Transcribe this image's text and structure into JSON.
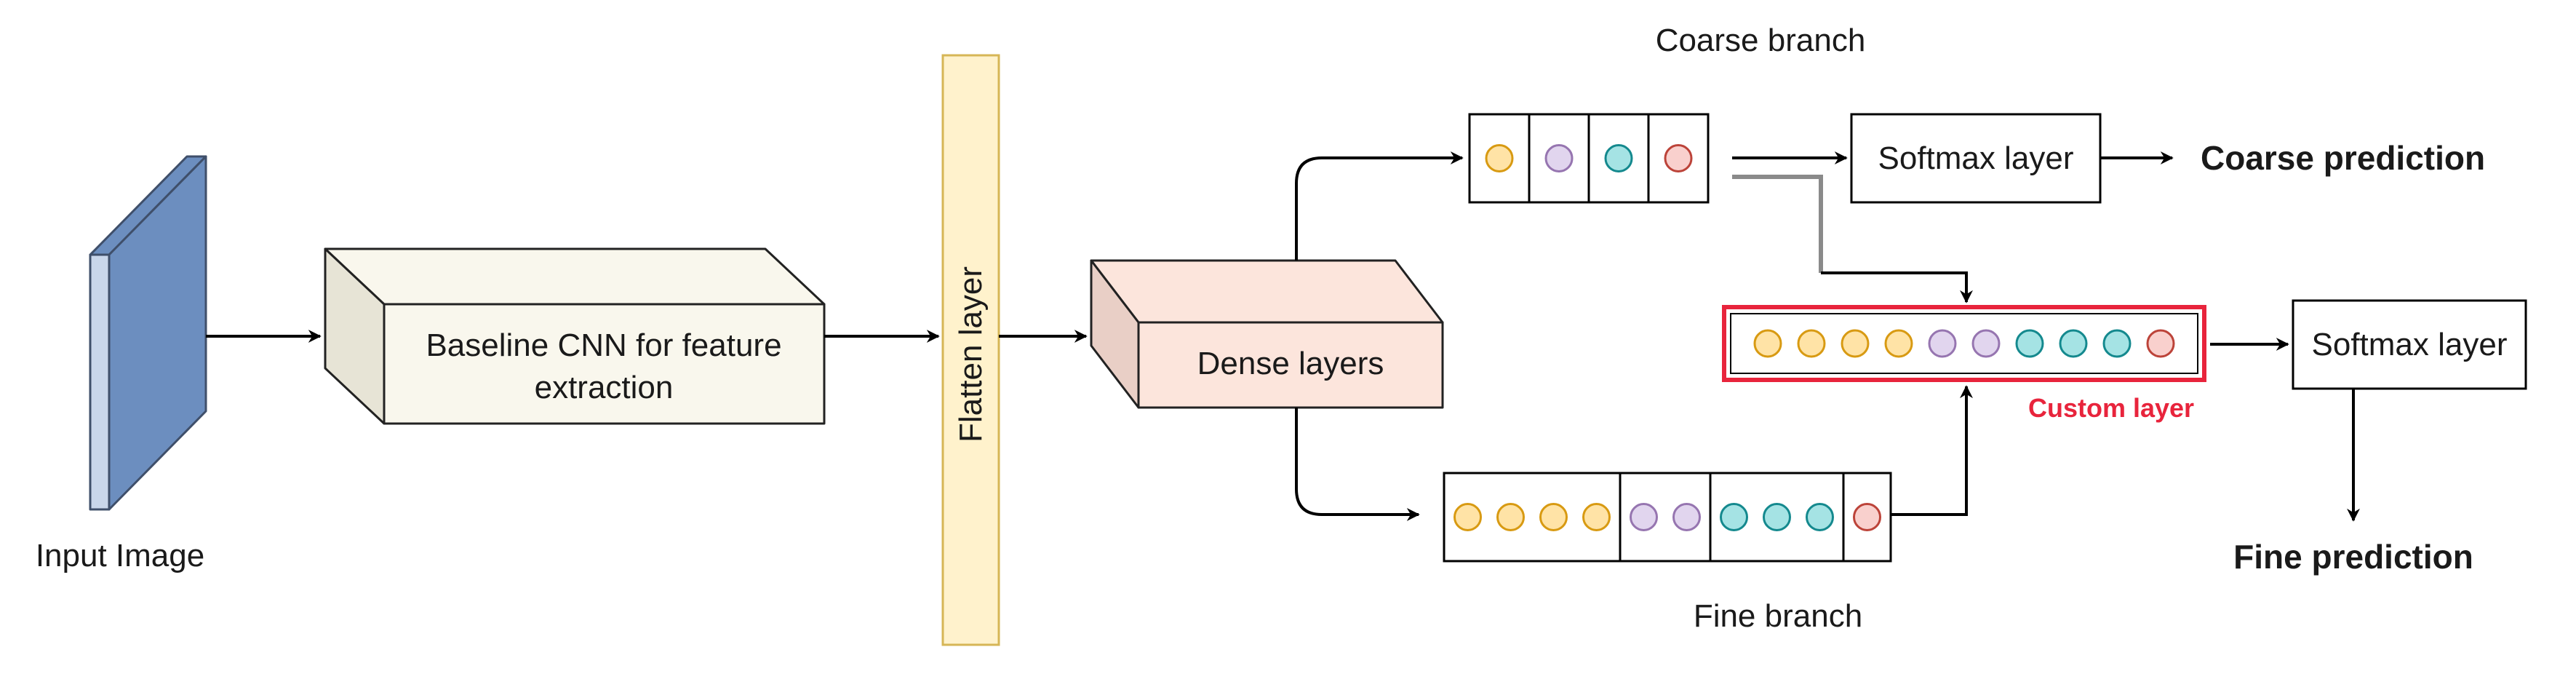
{
  "labels": {
    "input_image": "Input Image",
    "cnn_line1": "Baseline CNN for feature",
    "cnn_line2": "extraction",
    "flatten": "Flatten layer",
    "dense": "Dense layers",
    "coarse_branch": "Coarse branch",
    "fine_branch": "Fine branch",
    "softmax_coarse": "Softmax layer",
    "softmax_fine": "Softmax layer",
    "coarse_prediction": "Coarse prediction",
    "fine_prediction": "Fine prediction",
    "custom_layer": "Custom layer"
  },
  "node_colors": {
    "orange": {
      "fill": "#FFE3A6",
      "stroke": "#D89A12"
    },
    "purple": {
      "fill": "#E1D5EE",
      "stroke": "#9675B0"
    },
    "teal": {
      "fill": "#A5E3E4",
      "stroke": "#14898E"
    },
    "red": {
      "fill": "#F9D0CD",
      "stroke": "#BC4339"
    }
  },
  "coarse_vector": [
    [
      "orange"
    ],
    [
      "purple"
    ],
    [
      "teal"
    ],
    [
      "red"
    ]
  ],
  "fine_vector": [
    [
      "orange",
      "orange",
      "orange",
      "orange"
    ],
    [
      "purple",
      "purple"
    ],
    [
      "teal",
      "teal",
      "teal"
    ],
    [
      "red"
    ]
  ],
  "custom_vector": [
    "orange",
    "orange",
    "orange",
    "orange",
    "purple",
    "purple",
    "teal",
    "teal",
    "teal",
    "red"
  ],
  "block_colors": {
    "input_front": "#C9D6EA",
    "input_edge": "#6C8EBF",
    "cnn_front": "#F9F7ED",
    "cnn_side": "#E7E4D6",
    "flatten_fill": "#FFF2CC",
    "flatten_stroke": "#D6B656",
    "dense_front": "#FCE5DC",
    "dense_side": "#E9CFC6",
    "custom_border": "#E8243C"
  }
}
